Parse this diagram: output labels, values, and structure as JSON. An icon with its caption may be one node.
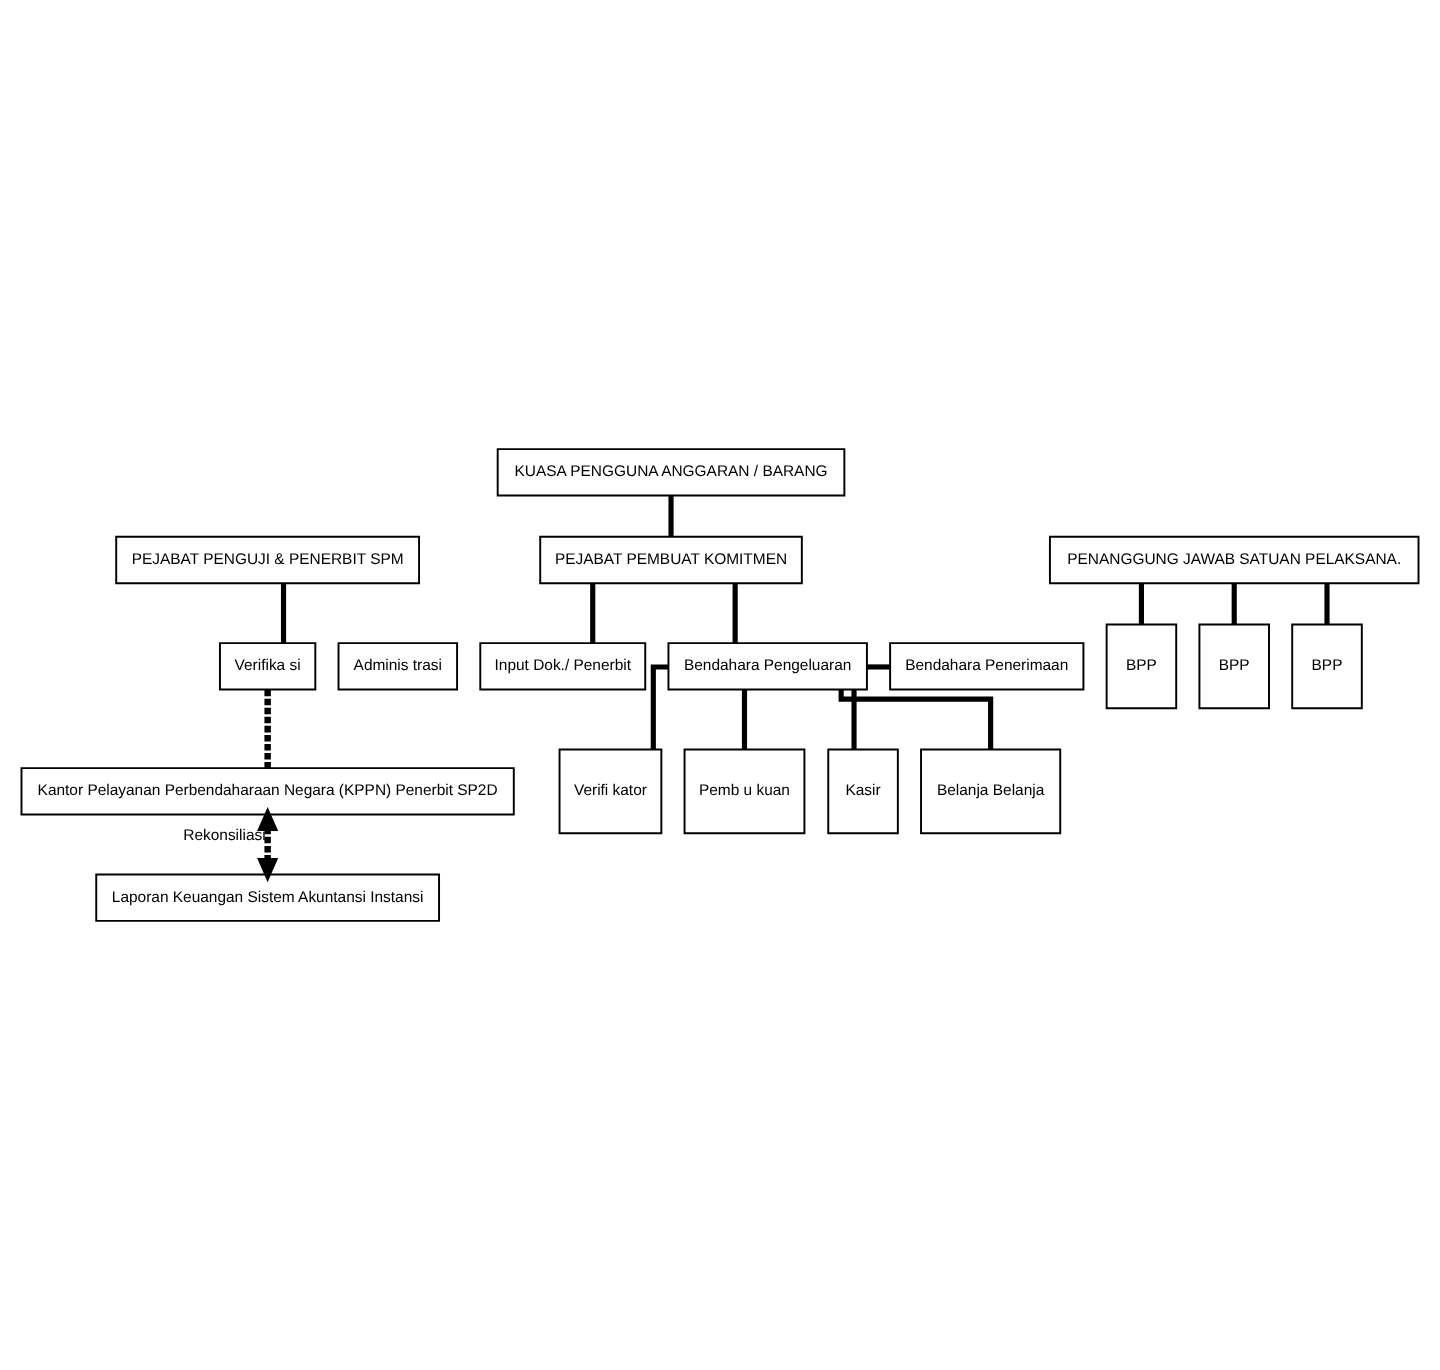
{
  "diagram": {
    "nodes": [
      {
        "text": [
          "KUASA PENGGUNA ANGGARAN / BARANG"
        ]
      },
      {
        "text": [
          "PEJABAT PENGUJI & PENERBIT SPM"
        ]
      },
      {
        "text": [
          "PEJABAT PEMBUAT KOMITMEN"
        ]
      },
      {
        "text": [
          "PENANGGUNG JAWAB SATUAN PELAKSANA."
        ]
      },
      {
        "text": [
          "Adminis trasi"
        ]
      },
      {
        "text": [
          "Verifika si"
        ]
      },
      {
        "text": [
          "Input Dok./ Penerbit"
        ]
      },
      {
        "text": [
          "BPP"
        ]
      },
      {
        "text": [
          "BPP"
        ]
      },
      {
        "text": [
          "BPP"
        ]
      },
      {
        "text": [
          "Kantor Pelayanan Perbendaharaan Negara (KPPN) Penerbit SP2D"
        ]
      },
      {
        "text": [
          "Bendahara Pengeluaran"
        ]
      },
      {
        "text": [
          "Bendahara Penerimaan"
        ]
      },
      {
        "text": [
          "Laporan Keuangan Sistem Akuntansi Instansi"
        ]
      },
      {
        "text": [
          "Belanja Belanja"
        ]
      },
      {
        "text": [
          "Verifi kator"
        ]
      },
      {
        "text": [
          "Pemb u kuan"
        ]
      },
      {
        "text": [
          "Kasir"
        ]
      }
    ],
    "edges": [
      {
        "from": 0,
        "to": 2,
        "arrow": "none"
      },
      {
        "from": 1,
        "to": 5,
        "arrow": "none"
      },
      {
        "from": 2,
        "to": 6,
        "arrow": "none"
      },
      {
        "from": 3,
        "to": 7,
        "arrow": "none"
      },
      {
        "from": 3,
        "to": 8,
        "arrow": "none"
      },
      {
        "from": 3,
        "to": 9,
        "arrow": "none"
      },
      {
        "from": 2,
        "to": 11,
        "arrow": "none"
      },
      {
        "from": 5,
        "to": 10,
        "arrow": "none",
        "style": "dashed"
      },
      {
        "from": 10,
        "to": 13,
        "arrow": "both",
        "style": "dashed",
        "label": "Rekonsiliasi"
      },
      {
        "from": 11,
        "to": 12,
        "arrow": "none"
      },
      {
        "from": 11,
        "to": 14,
        "arrow": "none"
      },
      {
        "from": 11,
        "to": 15,
        "arrow": "none"
      },
      {
        "from": 11,
        "to": 16,
        "arrow": "none"
      },
      {
        "from": 11,
        "to": 17,
        "arrow": "none"
      }
    ]
  }
}
